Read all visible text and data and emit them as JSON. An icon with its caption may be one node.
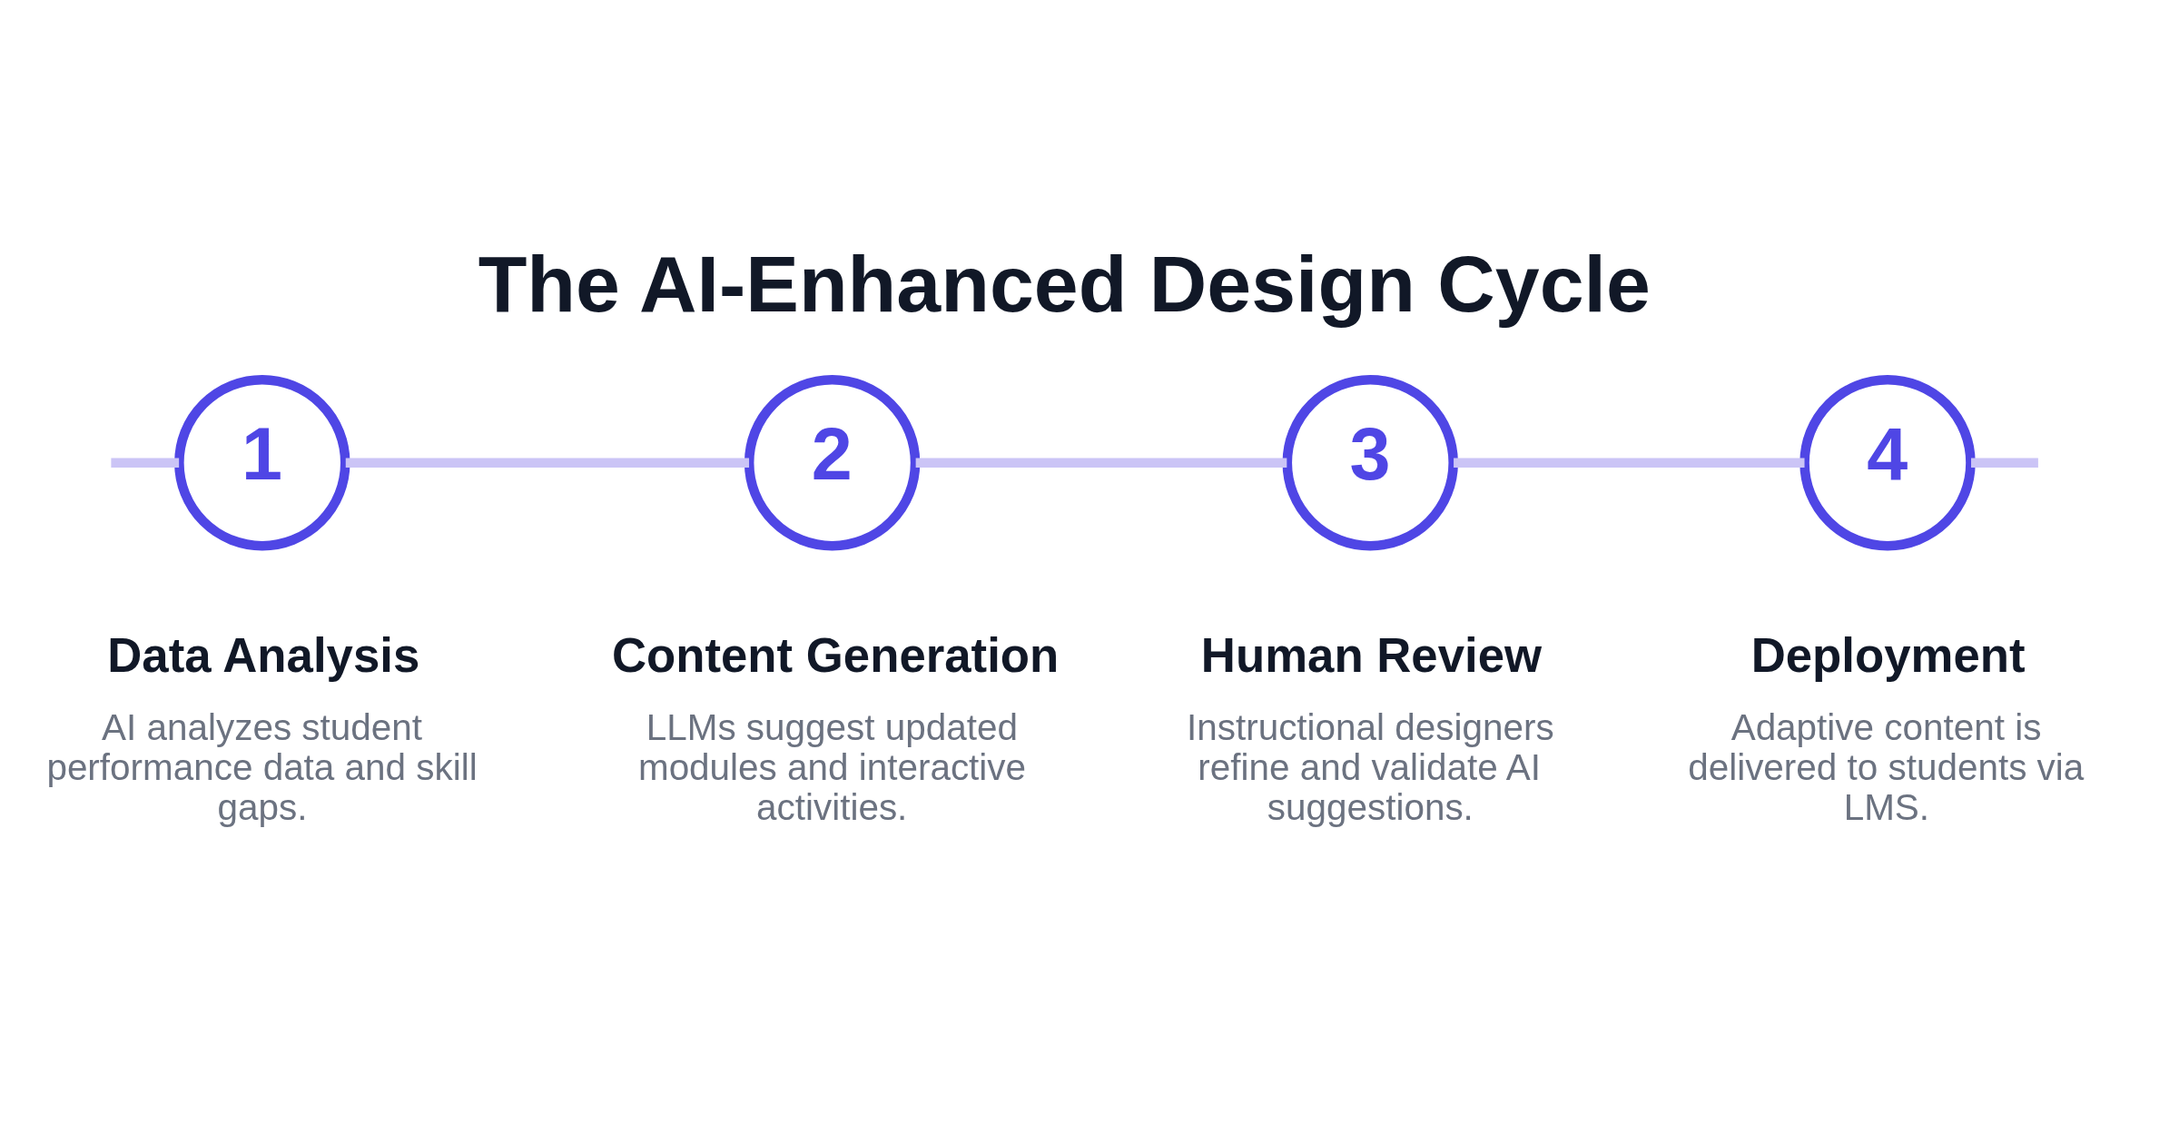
{
  "diagram": {
    "title": "The AI-Enhanced Design Cycle",
    "nodes": [
      {
        "text": [
          "1"
        ],
        "beside": [
          "Data Analysis",
          "AI analyzes student performance data and skill gaps."
        ]
      },
      {
        "text": [
          "2"
        ],
        "beside": [
          "Content Generation",
          "LLMs suggest updated modules and interactive activities."
        ]
      },
      {
        "text": [
          "3"
        ],
        "beside": [
          "Human Review",
          "Instructional designers refine and validate AI suggestions."
        ]
      },
      {
        "text": [
          "4"
        ],
        "beside": [
          "Deployment",
          "Adaptive content is delivered to students via LMS."
        ]
      }
    ],
    "edges": [
      {
        "from": null,
        "to": 0,
        "arrow": "none"
      },
      {
        "from": 0,
        "to": 1,
        "arrow": "none"
      },
      {
        "from": 1,
        "to": 2,
        "arrow": "none"
      },
      {
        "from": 2,
        "to": 3,
        "arrow": "none"
      },
      {
        "from": 3,
        "to": null,
        "arrow": "none"
      }
    ]
  }
}
